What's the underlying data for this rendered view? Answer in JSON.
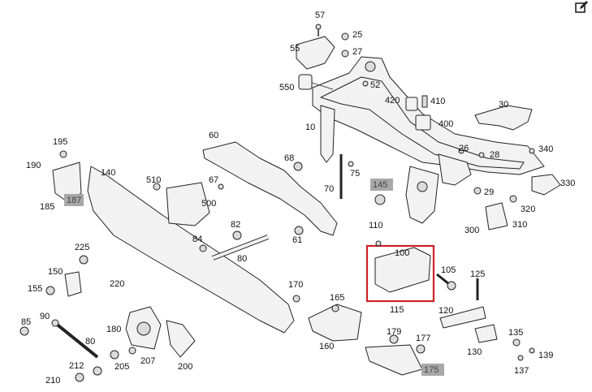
{
  "callouts": {
    "c57": "57",
    "c25": "25",
    "c55": "55",
    "c27": "27",
    "c52": "52",
    "c550": "550",
    "c420": "420",
    "c410": "410",
    "c30": "30",
    "c400": "400",
    "c10": "10",
    "c60": "60",
    "c26": "26",
    "c28": "28",
    "c340": "340",
    "c195": "195",
    "c190": "190",
    "c140": "140",
    "c68": "68",
    "c75": "75",
    "c145": "145",
    "c29": "29",
    "c330": "330",
    "c510": "510",
    "c67": "67",
    "c70": "70",
    "c500": "500",
    "c187": "187",
    "c185": "185",
    "c320": "320",
    "c82": "82",
    "c110": "110",
    "c300": "300",
    "c310": "310",
    "c84": "84",
    "c61": "61",
    "c225": "225",
    "c100": "100",
    "c80a": "80",
    "c105": "105",
    "c125": "125",
    "c150": "150",
    "c220": "220",
    "c170": "170",
    "c155": "155",
    "c165": "165",
    "c115": "115",
    "c120": "120",
    "c85": "85",
    "c90": "90",
    "c180": "180",
    "c179": "179",
    "c177": "177",
    "c135": "135",
    "c80b": "80",
    "c160": "160",
    "c130": "130",
    "c139": "139",
    "c212": "212",
    "c205": "205",
    "c207": "207",
    "c200": "200",
    "c175": "175",
    "c137": "137",
    "c210": "210"
  },
  "highlight_color": "#cc2027",
  "tag_color": "#a8a8a8",
  "icons": {
    "edit": "edit-pencil-icon"
  }
}
